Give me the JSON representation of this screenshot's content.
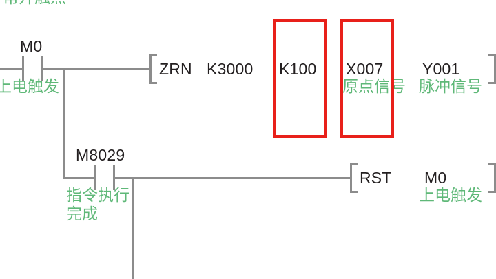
{
  "diagram": {
    "title_note": "常开触点",
    "colors": {
      "wire": "#8c8c8c",
      "device_text": "#231f20",
      "comment_text": "#5fb878",
      "highlight": "#e8201a",
      "background": "#ffffff"
    },
    "rungs": [
      {
        "id": "rung-1",
        "contact": {
          "device": "M0",
          "comment": "上电触发",
          "type": "normally-open"
        },
        "instruction": {
          "mnemonic": "ZRN",
          "operands": [
            {
              "value": "K3000",
              "comment": ""
            },
            {
              "value": "K100",
              "comment": "",
              "highlighted": true
            },
            {
              "value": "X007",
              "comment": "原点信号",
              "highlighted": true
            },
            {
              "value": "Y001",
              "comment": "脉冲信号"
            }
          ]
        }
      },
      {
        "id": "rung-2",
        "contact": {
          "device": "M8029",
          "comment": "指令执行\n完成",
          "type": "normally-open"
        },
        "instruction": {
          "mnemonic": "RST",
          "operands": [
            {
              "value": "M0",
              "comment": "上电触发"
            }
          ]
        }
      }
    ],
    "brackets": {
      "open": "[",
      "close": "]"
    }
  }
}
